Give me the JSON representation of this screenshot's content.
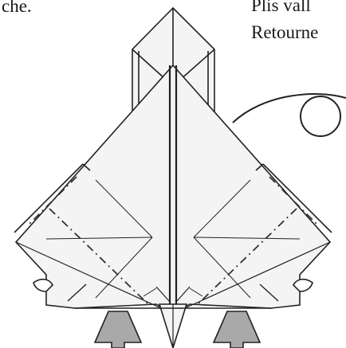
{
  "captions": {
    "left_fragment": "che.",
    "right_line_1": "Plis vall",
    "right_line_2": "Retourne"
  },
  "colors": {
    "paper": "#f4f4f4",
    "line": "#222222",
    "fold_line": "#333333",
    "arrow_fill": "#a9a9a9"
  },
  "symbols": {
    "turn_over": "turn-over-icon",
    "push_arrows": "push-up-arrow-icon"
  }
}
